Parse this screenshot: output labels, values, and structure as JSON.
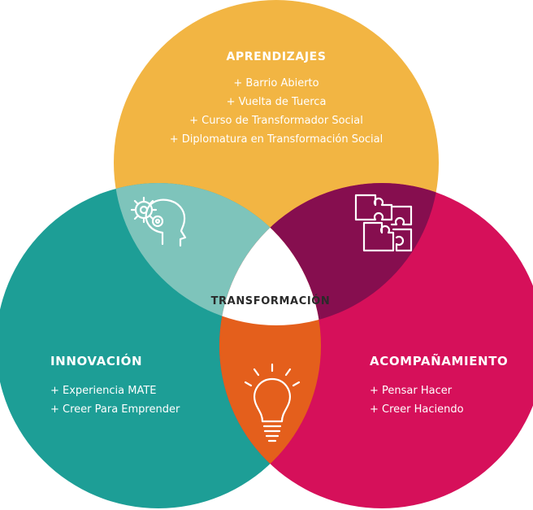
{
  "colors": {
    "top": "#f2b543",
    "left": "#1d9e96",
    "right": "#d6105a",
    "top_left": "#7ec4bb",
    "top_right": "#860e4f",
    "left_right": "#e45f1c",
    "center": "#ffffff"
  },
  "center": {
    "title": "TRANSFORMACIÓN"
  },
  "top": {
    "title": "APRENDIZAJES",
    "items": [
      "+ Barrio Abierto",
      "+ Vuelta de Tuerca",
      "+ Curso de Transformador Social",
      "+ Diplomatura en Transformación Social"
    ]
  },
  "left": {
    "title": "INNOVACIÓN",
    "items": [
      "+ Experiencia MATE",
      "+ Creer Para Emprender"
    ]
  },
  "right": {
    "title": "ACOMPAÑAMIENTO",
    "items": [
      "+ Pensar Hacer",
      "+ Creer Haciendo"
    ]
  },
  "icons": {
    "top_left": "head-gears-icon",
    "top_right": "puzzle-icon",
    "left_right": "lightbulb-icon"
  }
}
